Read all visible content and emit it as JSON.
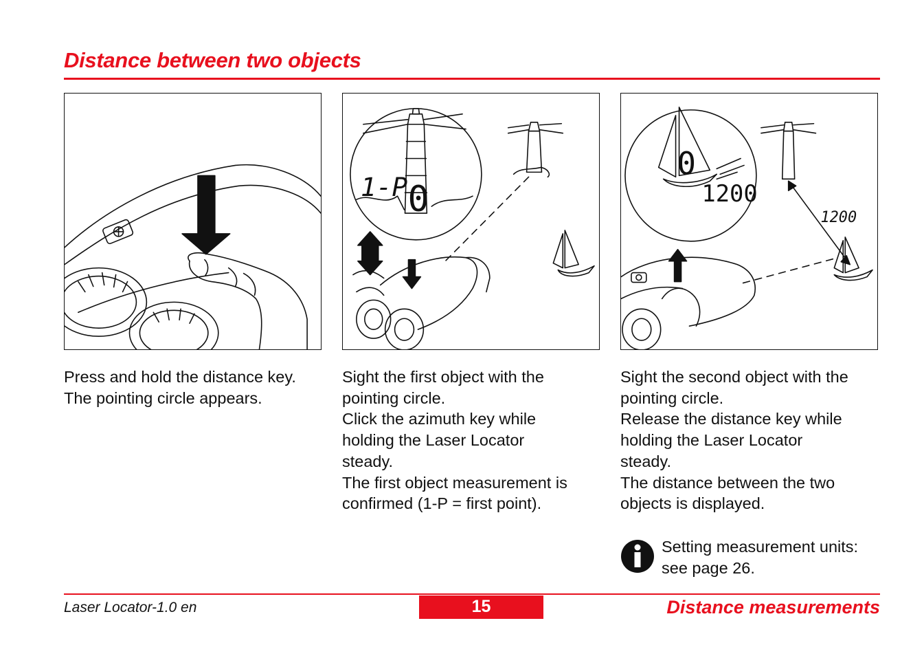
{
  "page": {
    "title": "Distance between two objects",
    "footer_left": "Laser Locator-1.0 en",
    "page_number": "15",
    "footer_right": "Distance measurements",
    "accent_color": "#e8101e"
  },
  "steps": [
    {
      "illustration": "press-distance-key-illustration",
      "lines": [
        "Press and hold the distance key.",
        "The pointing circle appears."
      ]
    },
    {
      "illustration": "sight-first-object-illustration",
      "display_label": "1-P",
      "display_value": "0",
      "lines": [
        "Sight the first object with the",
        "pointing circle.",
        "Click the azimuth key while",
        "holding the Laser Locator",
        "steady.",
        "The first object measurement is",
        "confirmed (1-P = first point)."
      ]
    },
    {
      "illustration": "sight-second-object-illustration",
      "display_value": "1200",
      "display_small": "0",
      "distance_label": "1200",
      "lines": [
        "Sight the second object with the",
        "pointing circle.",
        "Release the distance key while",
        "holding the Laser Locator",
        "steady.",
        "The distance between the two",
        "objects is displayed."
      ]
    }
  ],
  "note": {
    "icon": "info-icon",
    "lines": [
      "Setting measurement units:",
      "see page 26."
    ]
  }
}
